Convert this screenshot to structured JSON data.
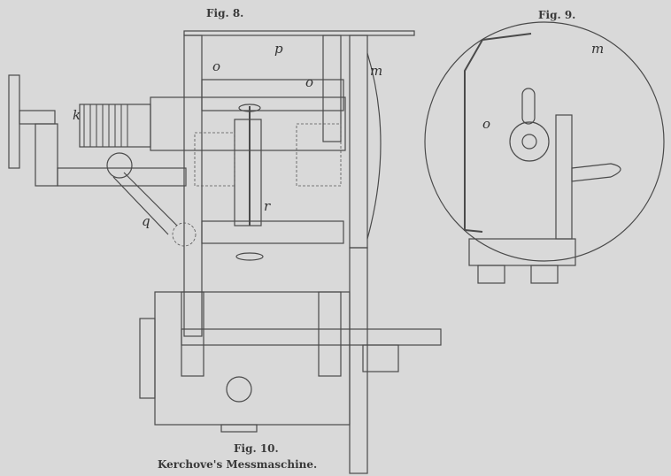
{
  "figures": {
    "fig8": {
      "caption": "Fig. 8.",
      "labels": [
        "k",
        "p",
        "o",
        "o",
        "m",
        "q",
        "r"
      ]
    },
    "fig9": {
      "caption": "Fig. 9.",
      "labels": [
        "m",
        "o"
      ]
    },
    "fig10": {
      "caption": "Fig. 10."
    }
  },
  "title": "Kerchove's Messmaschine."
}
